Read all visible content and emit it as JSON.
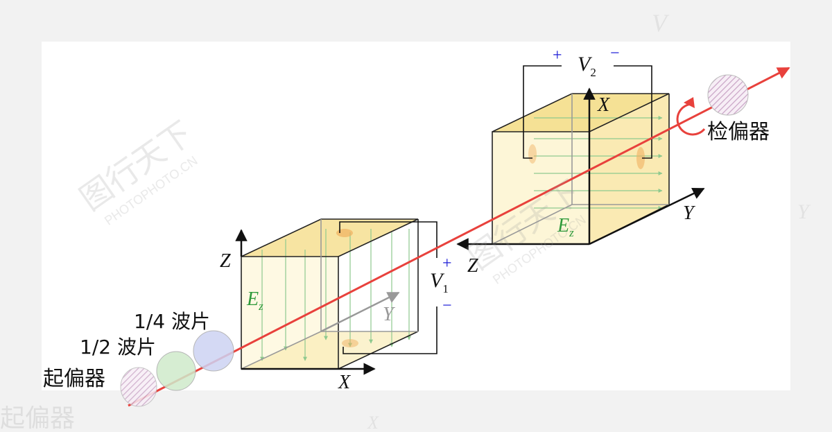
{
  "labels": {
    "v1_var": "V",
    "v1_sub": "1",
    "v2_var": "V",
    "v2_sub": "2",
    "plus": "+",
    "minus": "−",
    "ez_var": "E",
    "ez_sub": "z",
    "axis_x": "X",
    "axis_y": "Y",
    "axis_z": "Z",
    "polarizer": "起偏器",
    "half_wave": "1/2 波片",
    "quarter_wave": "1/4 波片",
    "analyzer": "检偏器"
  },
  "watermark": {
    "chars": "图行天下",
    "latin": "PHOTOPHOTO.CN"
  },
  "colors": {
    "beam": "#e8413c",
    "crystal_fill": "#fbeeb0",
    "crystal_top": "#f3d97a",
    "field_lines": "#8ec98e",
    "ez_label": "#2e9a3a",
    "sign": "#1a1ad6",
    "half_wave_plate": "#cfeacb",
    "quarter_wave_plate": "#cdd3f3",
    "polarizer_hatch": "#c9a5c6"
  }
}
